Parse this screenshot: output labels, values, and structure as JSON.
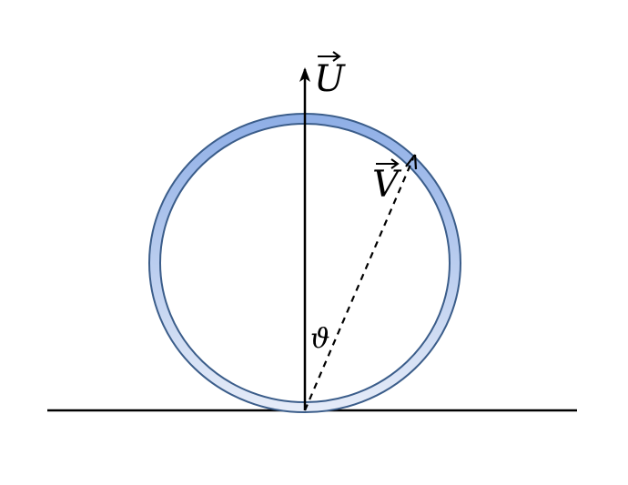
{
  "diagram": {
    "labels": {
      "vector_u": "U",
      "vector_v": "V",
      "angle": "ϑ"
    },
    "colors": {
      "ring_top": "#8eaee6",
      "ring_bottom": "#e6ecf8",
      "ring_outline": "#3b5d8a",
      "line": "#000000"
    }
  }
}
